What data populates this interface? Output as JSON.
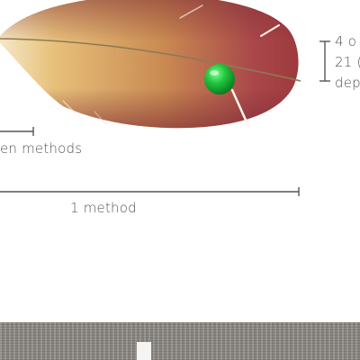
{
  "labels": {
    "cut_top": "4 o",
    "cut_mid": "21 (",
    "cut_bottom": "dep",
    "seven_methods": "en methods",
    "one_method": "1 method"
  },
  "colors": {
    "feather_light": "#e7c07a",
    "feather_mid": "#c98a52",
    "feather_dark": "#9e3a3e",
    "rachis": "#8f7a55",
    "marker": "#1fc43c",
    "line": "#555555",
    "bottom_texture": "#8a8580"
  },
  "icons": {
    "marker": "green-sphere-icon"
  }
}
